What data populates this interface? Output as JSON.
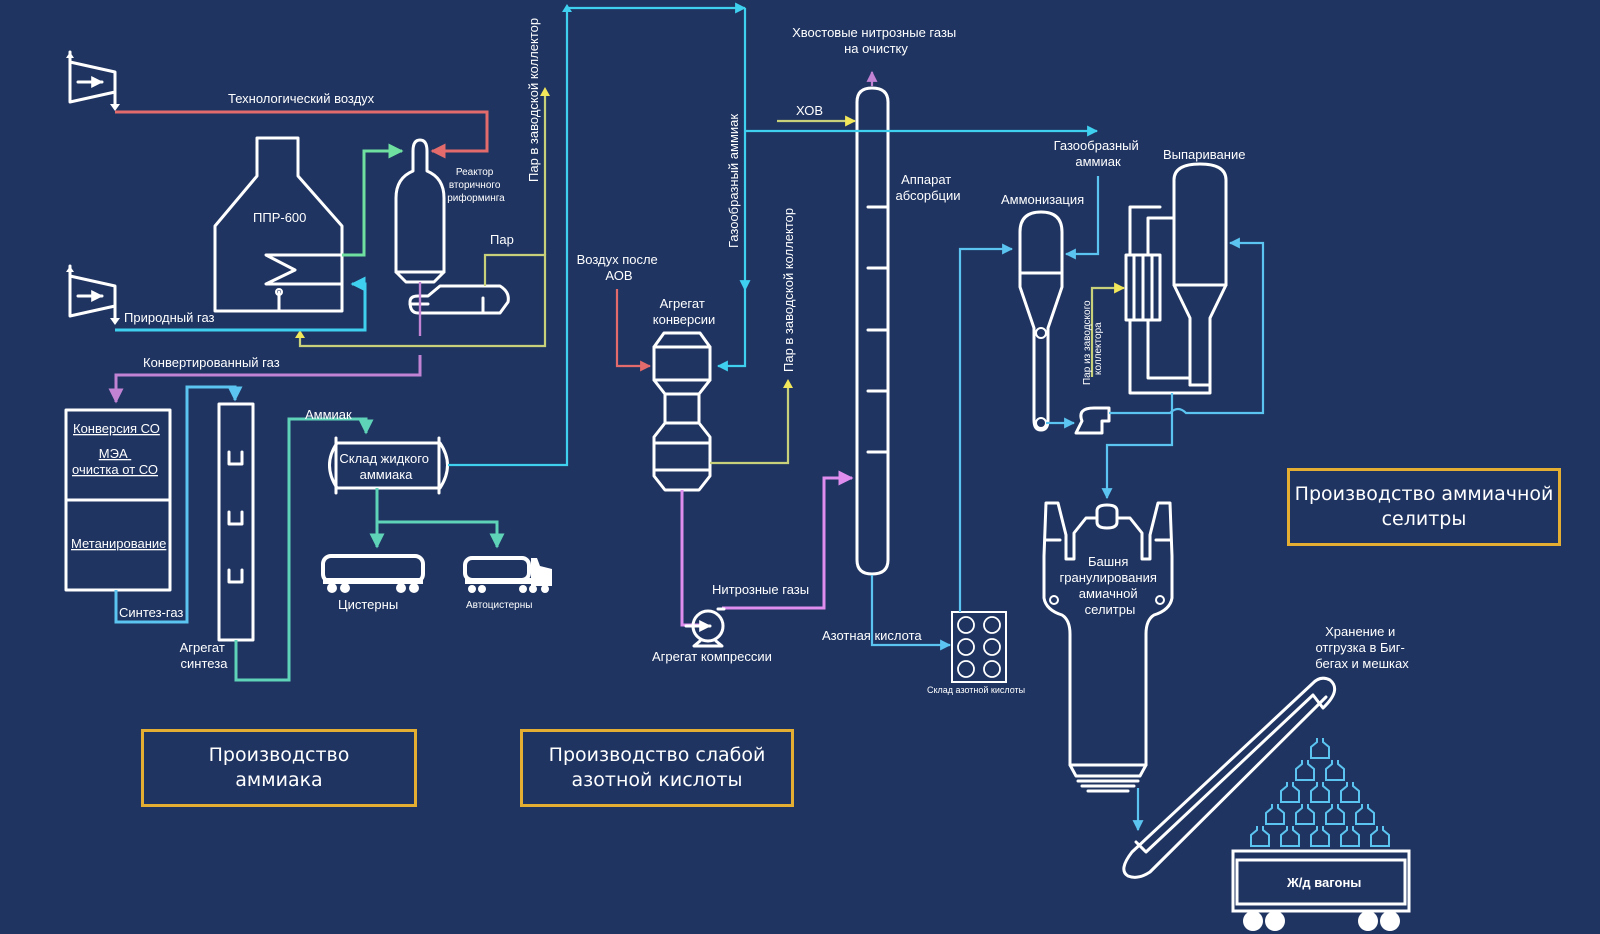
{
  "colors": {
    "background": "#1f3461",
    "equipment": "#ffffff",
    "air": "#e36b6b",
    "natural_gas": "#3fd0f0",
    "steam": "#c8d07a",
    "steam_arrow": "#f2e65a",
    "reformed_gas": "#c283d4",
    "converted_gas": "#c283d4",
    "synthesis_gas": "#5cc4f0",
    "ammonia": "#5fd3b7",
    "green_feed": "#6fe0a0",
    "nitric": "#5cc4f0",
    "nitrous_gases": "#df8ef0",
    "section_border": "#e4ae33"
  },
  "sections": {
    "ammonia": "Производство\nаммиака",
    "nitric_acid": "Производство слабой\nазотной кислоты",
    "ammonium_nitrate": "Производство аммиачной\nселитры"
  },
  "labels": {
    "process_air": "Технологический воздух",
    "ppr600": "ППР-600",
    "secondary_reformer": [
      "Реактор",
      "вторичного",
      "риформинга"
    ],
    "steam": "Пар",
    "natural_gas": "Природный газ",
    "steam_to_header_1": "Пар в заводской коллектор",
    "converted_gas": "Конвертированный  газ",
    "co_conversion": "Конверсия СО",
    "mea_cleaning": [
      "МЭА",
      "очистка от СО"
    ],
    "methanation": "Метанирование",
    "synthesis_gas": "Синтез-газ",
    "synthesis_unit": [
      "Агрегат",
      "синтеза"
    ],
    "ammonia": "Аммиак",
    "liquid_ammonia_storage": [
      "Склад жидкого",
      "аммиака"
    ],
    "rail_tanks": "Цистерны",
    "road_tankers": "Автоцистерны",
    "air_after_aov": [
      "Воздух после",
      "АОВ"
    ],
    "gaseous_ammonia_vertical": "Газообразный аммиак",
    "conversion_unit": [
      "Агрегат",
      "конверсии"
    ],
    "steam_to_header_2": "Пар в заводской коллектор",
    "tail_gases": [
      "Хвостовые нитрозные газы",
      "на очистку"
    ],
    "chemically_treated_water": "ХОВ",
    "absorption_unit": [
      "Аппарат",
      "абсорбции"
    ],
    "nitrous_gases": "Нитрозные газы",
    "compression_unit": "Агрегат компрессии",
    "nitric_acid": "Азотная кислота",
    "nitric_acid_storage": "Склад азотной кислоты",
    "gaseous_ammonia": [
      "Газообразный",
      "аммиак"
    ],
    "evaporation": "Выпаривание",
    "ammonization": "Аммонизация",
    "steam_from_header": [
      "Пар из заводского",
      "коллектора"
    ],
    "prilling_tower": [
      "Башня",
      "гранулирования",
      "амиачной",
      "селитры"
    ],
    "storage_shipping": [
      "Хранение и",
      "отгрузка в Биг-",
      "бегах и мешках"
    ],
    "rail_wagons": "Ж/д вагоны"
  }
}
